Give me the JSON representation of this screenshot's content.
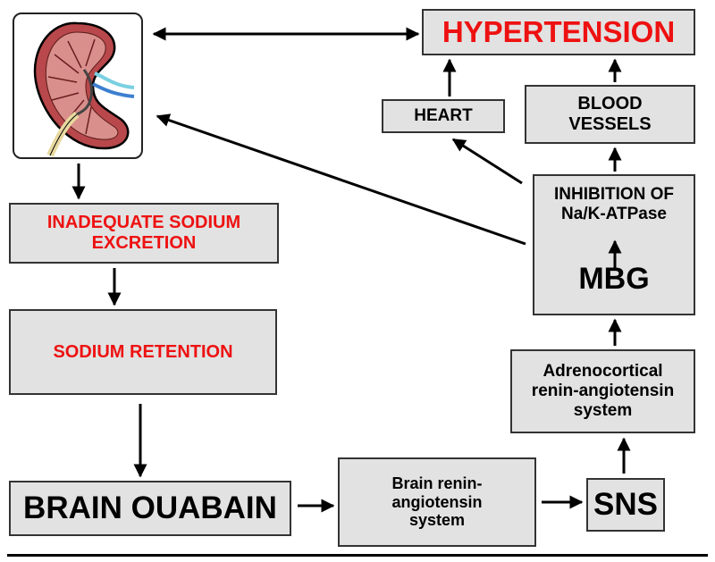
{
  "nodes": {
    "hypertension": "HYPERTENSION",
    "heart": "HEART",
    "blood_vessels_line1": "BLOOD",
    "blood_vessels_line2": "VESSELS",
    "inhibition_line1": "INHIBITION OF",
    "inhibition_line2": "Na/K-ATPase",
    "mbg": "MBG",
    "inadequate_line1": "INADEQUATE SODIUM",
    "inadequate_line2": "EXCRETION",
    "sodium_retention": "SODIUM RETENTION",
    "adrenocortical_line1": "Adrenocortical",
    "adrenocortical_line2": "renin-angiotensin",
    "adrenocortical_line3": "system",
    "brain_ouabain": "BRAIN OUABAIN",
    "brain_ras_line1": "Brain renin-",
    "brain_ras_line2": "angiotensin",
    "brain_ras_line3": "system",
    "sns": "SNS"
  },
  "icons": {
    "kidney": "kidney-icon"
  },
  "colors": {
    "box_fill": "#e2e2e2",
    "highlight_text": "#ee1111",
    "arrow": "#000000"
  }
}
